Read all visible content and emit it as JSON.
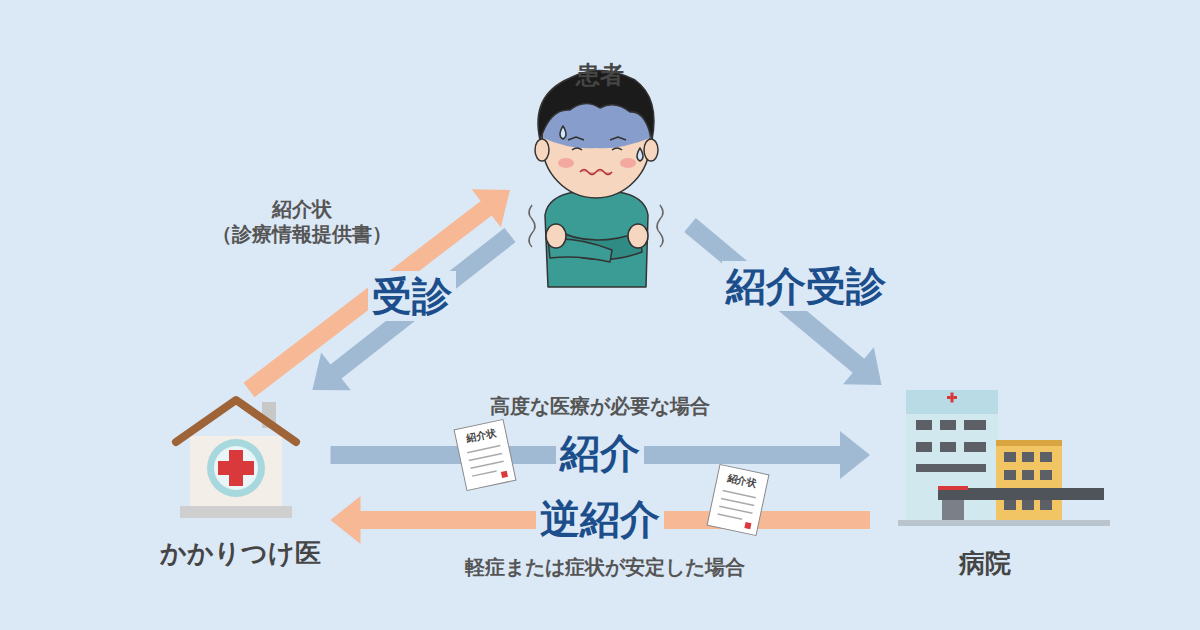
{
  "diagram": {
    "nodes": [
      {
        "text": [
          "患者"
        ]
      },
      {
        "text": [
          "かかりつけ医"
        ]
      },
      {
        "text": [
          "病院"
        ]
      }
    ],
    "edges": [
      {
        "from": 0,
        "to": 1,
        "arrow": "to",
        "label": "受診"
      },
      {
        "from": 1,
        "to": 0,
        "arrow": "to",
        "label": "紹介状 （診療情報提供書）"
      },
      {
        "from": 0,
        "to": 2,
        "arrow": "to",
        "label": "紹介受診"
      },
      {
        "from": 1,
        "to": 2,
        "arrow": "to",
        "label": "紹介"
      },
      {
        "from": 2,
        "to": 1,
        "arrow": "to",
        "label": "逆紹介"
      }
    ],
    "labels": [
      "高度な医療が必要な場合",
      "軽症または症状が安定した場合",
      "紹介状",
      "紹介状"
    ]
  }
}
